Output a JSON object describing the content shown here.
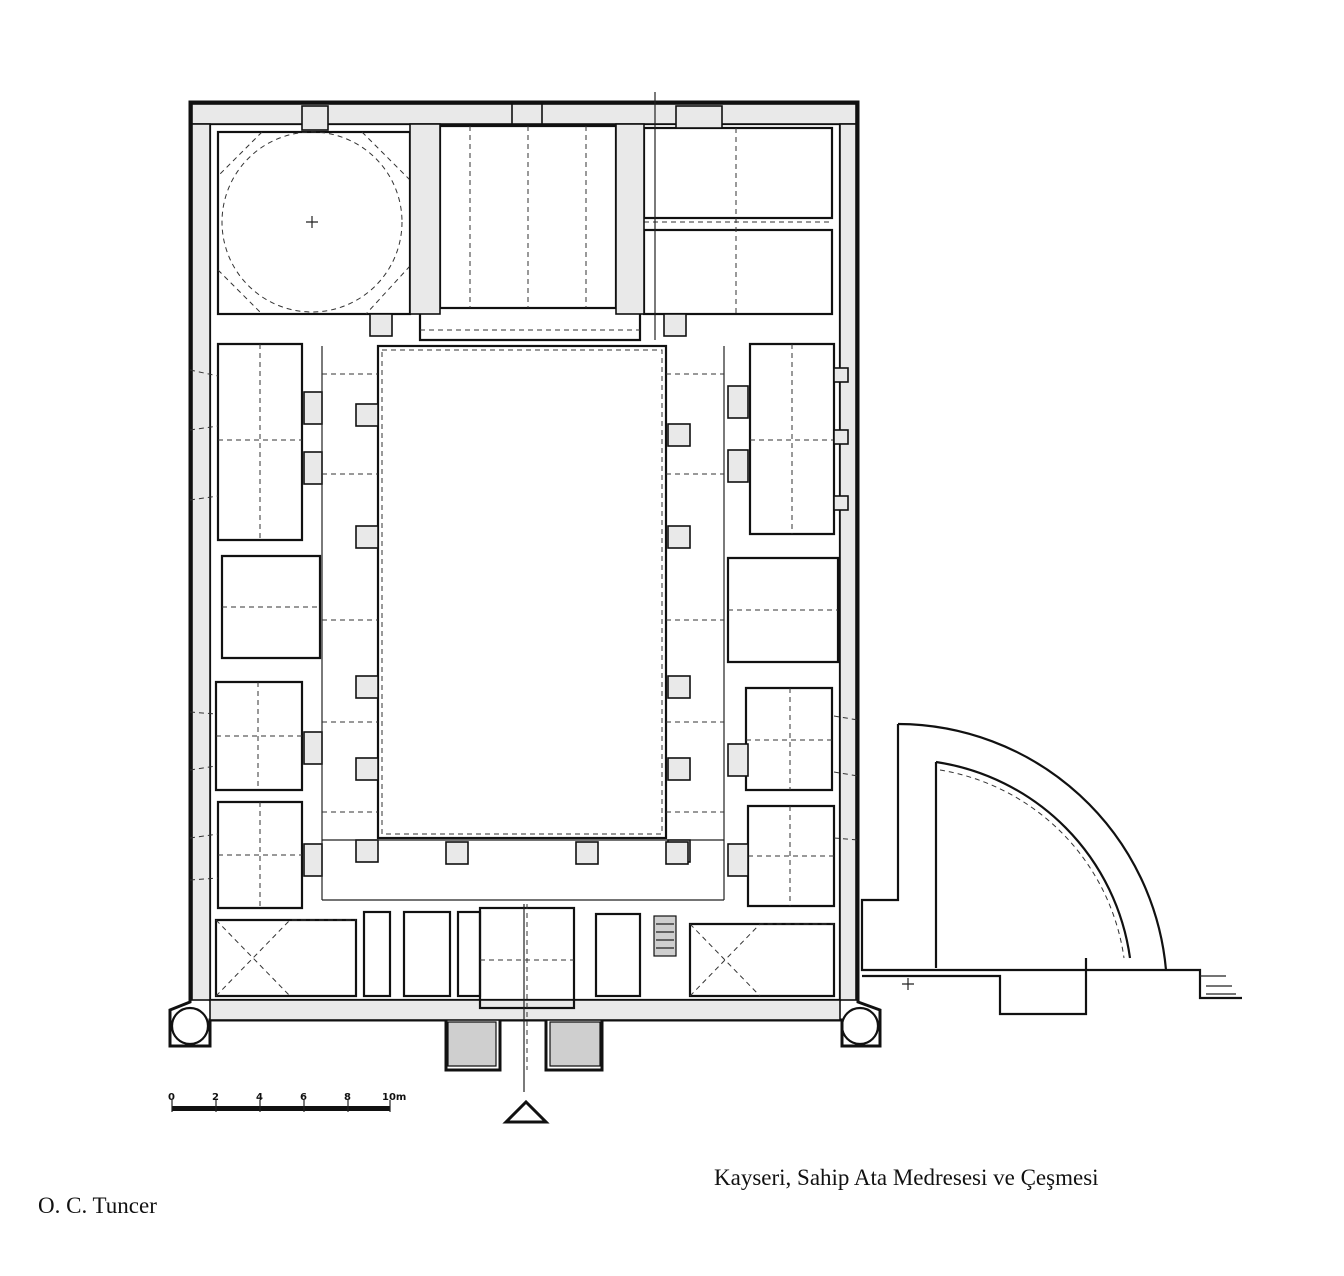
{
  "drawing": {
    "title": "Kayseri, Sahip Ata Medresesi ve Çeşmesi",
    "author": "O. C. Tuncer"
  },
  "scale_bar": {
    "ticks": [
      "0",
      "2",
      "4",
      "6",
      "8",
      "10m"
    ]
  },
  "colors": {
    "ink": "#111111",
    "wall_fill": "#e9e9e9",
    "background": "#ffffff"
  }
}
